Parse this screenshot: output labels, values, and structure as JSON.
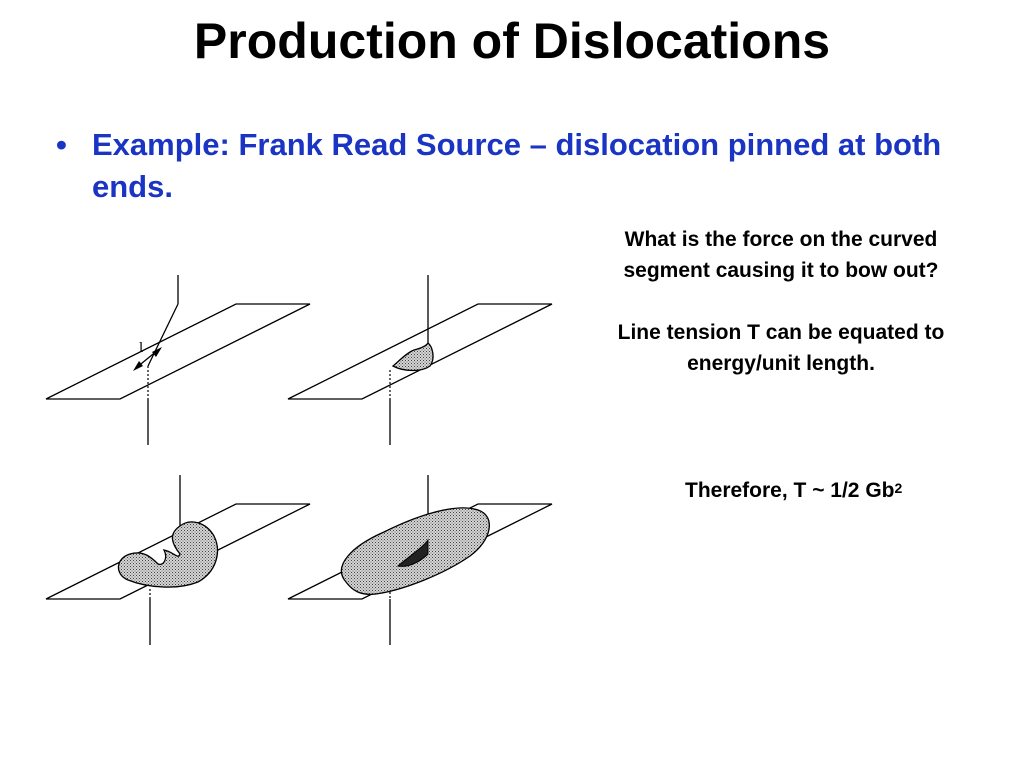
{
  "slide": {
    "title": "Production of Dislocations",
    "bullet": {
      "marker": "•",
      "text": "Example:  Frank Read Source – dislocation pinned at both ends."
    },
    "question": "What is the force on the curved segment causing it to bow out?",
    "line_tension": "Line tension T can be equated to energy/unit length.",
    "therefore": {
      "text": "Therefore, T ~ 1/2 Gb",
      "superscript": "2"
    },
    "figure": {
      "segment_label": "l"
    }
  }
}
